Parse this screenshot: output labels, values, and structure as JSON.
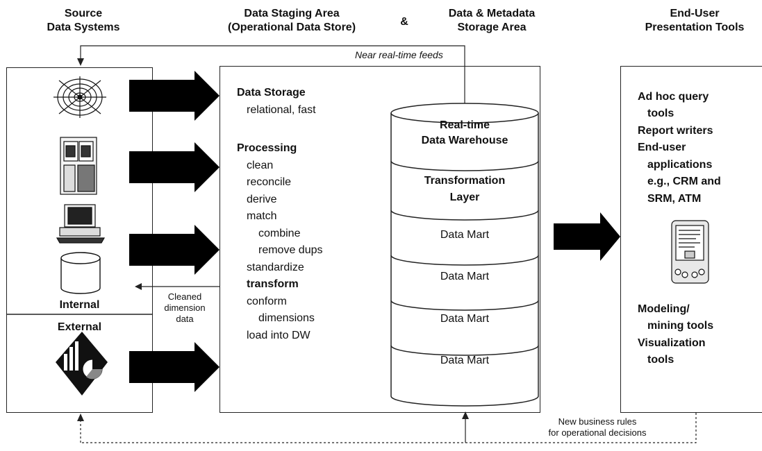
{
  "headers": {
    "source": [
      "Source",
      "Data Systems"
    ],
    "staging": [
      "Data Staging Area",
      "(Operational Data Store)"
    ],
    "amp": "&",
    "storage": [
      "Data & Metadata",
      "Storage Area"
    ],
    "enduser": [
      "End-User",
      "Presentation Tools"
    ]
  },
  "source_box": {
    "internal_label": "Internal",
    "external_label": "External",
    "icons": [
      "web-icon",
      "server-icon",
      "desktop-computer-icon",
      "database-icon",
      "chart-icon"
    ]
  },
  "staging_box": {
    "storage_title": "Data Storage",
    "storage_desc": "relational, fast",
    "processing_title": "Processing",
    "steps": [
      "clean",
      "reconcile",
      "derive",
      "match",
      "combine",
      "remove dups",
      "standardize",
      "transform",
      "conform",
      "dimensions",
      "load into DW"
    ]
  },
  "cylinder": {
    "top_label": [
      "Real-time",
      "Data Warehouse"
    ],
    "transform_label": [
      "Transformation",
      "Layer"
    ],
    "marts": [
      "Data Mart",
      "Data Mart",
      "Data Mart",
      "Data Mart"
    ]
  },
  "enduser_box": {
    "tools": [
      "Ad hoc query",
      "tools",
      "Report writers",
      "End-user",
      "applications",
      "e.g., CRM and",
      "SRM, ATM"
    ],
    "tools2": [
      "Modeling/",
      "mining tools",
      "Visualization",
      "tools"
    ],
    "icon": "pda-icon"
  },
  "flows": {
    "near_realtime": "Near real-time feeds",
    "cleaned": [
      "Cleaned",
      "dimension",
      "data"
    ],
    "business_rules": [
      "New business rules",
      "for operational decisions"
    ]
  }
}
